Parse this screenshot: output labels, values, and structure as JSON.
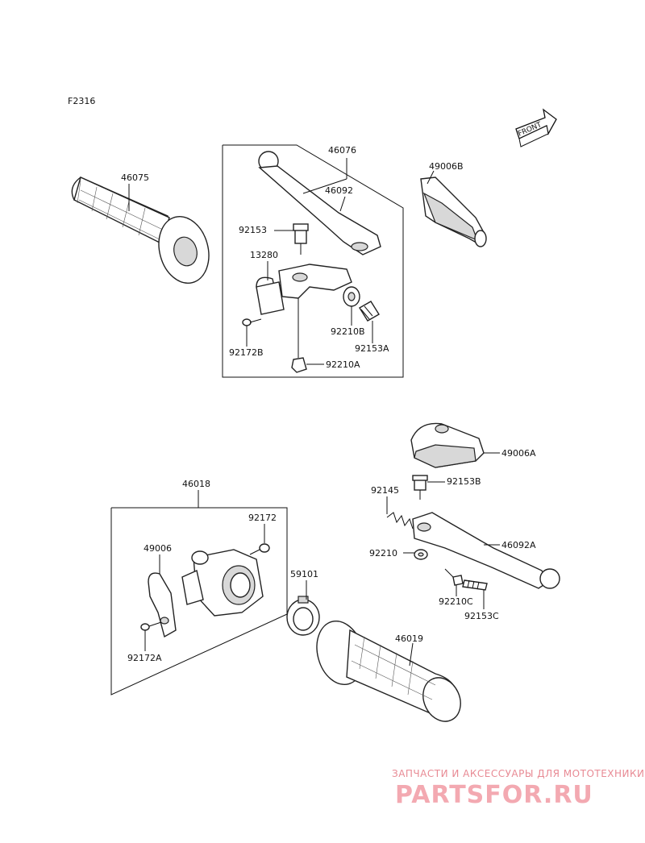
{
  "figure_code": "F2316",
  "front_label": "FRONT",
  "parts": {
    "p46075": "46075",
    "p46076": "46076",
    "p46092": "46092",
    "p49006B": "49006B",
    "p92153": "92153",
    "p13280": "13280",
    "p92210B": "92210B",
    "p92153A": "92153A",
    "p92172B": "92172B",
    "p92210A": "92210A",
    "p49006A": "49006A",
    "p92153B": "92153B",
    "p92145": "92145",
    "p46092A": "46092A",
    "p92210": "92210",
    "p92210C": "92210C",
    "p92153C": "92153C",
    "p46018": "46018",
    "p92172": "92172",
    "p49006": "49006",
    "p92172A": "92172A",
    "p59101": "59101",
    "p46019": "46019"
  },
  "watermark": {
    "tagline": "ЗАПЧАСТИ И АКСЕССУАРЫ ДЛЯ МОТОТЕХНИКИ",
    "logo": "PARTSFOR.RU"
  }
}
